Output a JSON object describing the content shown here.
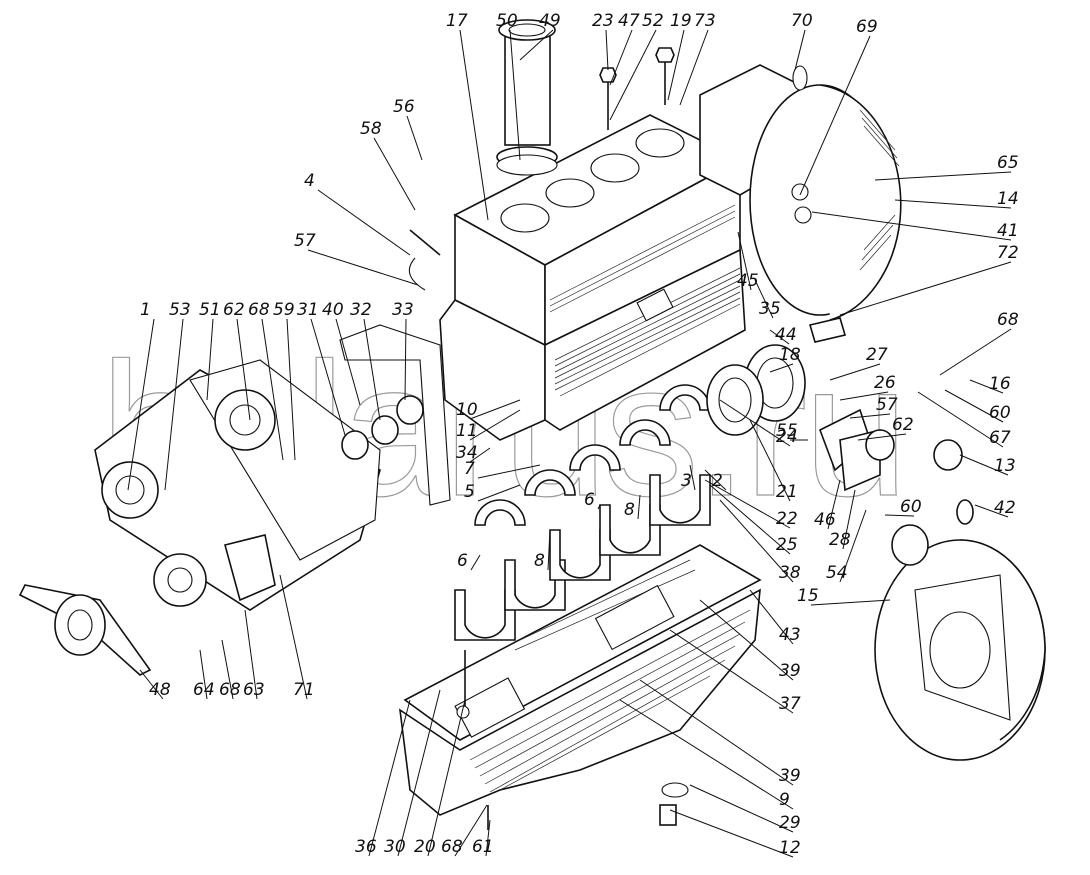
{
  "figure": {
    "title": "Engine block assembly — exploded view",
    "watermark": "belarus.ru"
  },
  "callouts": [
    {
      "id": "c17",
      "label": "17"
    },
    {
      "id": "c50",
      "label": "50"
    },
    {
      "id": "c49",
      "label": "49"
    },
    {
      "id": "c23",
      "label": "23"
    },
    {
      "id": "c47",
      "label": "47"
    },
    {
      "id": "c52",
      "label": "52"
    },
    {
      "id": "c19",
      "label": "19"
    },
    {
      "id": "c73",
      "label": "73"
    },
    {
      "id": "c70",
      "label": "70"
    },
    {
      "id": "c69",
      "label": "69"
    },
    {
      "id": "c65",
      "label": "65"
    },
    {
      "id": "c14",
      "label": "14"
    },
    {
      "id": "c41",
      "label": "41"
    },
    {
      "id": "c72",
      "label": "72"
    },
    {
      "id": "c56",
      "label": "56"
    },
    {
      "id": "c58",
      "label": "58"
    },
    {
      "id": "c4",
      "label": "4"
    },
    {
      "id": "c57a",
      "label": "57"
    },
    {
      "id": "c45",
      "label": "45"
    },
    {
      "id": "c35",
      "label": "35"
    },
    {
      "id": "c44",
      "label": "44"
    },
    {
      "id": "c68a",
      "label": "68"
    },
    {
      "id": "c16",
      "label": "16"
    },
    {
      "id": "c60a",
      "label": "60"
    },
    {
      "id": "c67",
      "label": "67"
    },
    {
      "id": "c18",
      "label": "18"
    },
    {
      "id": "c27",
      "label": "27"
    },
    {
      "id": "c26",
      "label": "26"
    },
    {
      "id": "c57b",
      "label": "57"
    },
    {
      "id": "c62b",
      "label": "62"
    },
    {
      "id": "c55",
      "label": "55"
    },
    {
      "id": "c13",
      "label": "13"
    },
    {
      "id": "c1",
      "label": "1"
    },
    {
      "id": "c53",
      "label": "53"
    },
    {
      "id": "c51",
      "label": "51"
    },
    {
      "id": "c62a",
      "label": "62"
    },
    {
      "id": "c68b",
      "label": "68"
    },
    {
      "id": "c59",
      "label": "59"
    },
    {
      "id": "c31",
      "label": "31"
    },
    {
      "id": "c40",
      "label": "40"
    },
    {
      "id": "c32",
      "label": "32"
    },
    {
      "id": "c33",
      "label": "33"
    },
    {
      "id": "c10",
      "label": "10"
    },
    {
      "id": "c11",
      "label": "11"
    },
    {
      "id": "c34",
      "label": "34"
    },
    {
      "id": "c7",
      "label": "7"
    },
    {
      "id": "c5",
      "label": "5"
    },
    {
      "id": "c2",
      "label": "2"
    },
    {
      "id": "c3",
      "label": "3"
    },
    {
      "id": "c24",
      "label": "24"
    },
    {
      "id": "c21",
      "label": "21"
    },
    {
      "id": "c22",
      "label": "22"
    },
    {
      "id": "c25",
      "label": "25"
    },
    {
      "id": "c6a",
      "label": "6"
    },
    {
      "id": "c8a",
      "label": "8"
    },
    {
      "id": "c6b",
      "label": "6"
    },
    {
      "id": "c8b",
      "label": "8"
    },
    {
      "id": "c46",
      "label": "46"
    },
    {
      "id": "c28",
      "label": "28"
    },
    {
      "id": "c54",
      "label": "54"
    },
    {
      "id": "c60b",
      "label": "60"
    },
    {
      "id": "c42",
      "label": "42"
    },
    {
      "id": "c15",
      "label": "15"
    },
    {
      "id": "c38",
      "label": "38"
    },
    {
      "id": "c43",
      "label": "43"
    },
    {
      "id": "c39a",
      "label": "39"
    },
    {
      "id": "c37",
      "label": "37"
    },
    {
      "id": "c39b",
      "label": "39"
    },
    {
      "id": "c9",
      "label": "9"
    },
    {
      "id": "c29",
      "label": "29"
    },
    {
      "id": "c12",
      "label": "12"
    },
    {
      "id": "c48",
      "label": "48"
    },
    {
      "id": "c64",
      "label": "64"
    },
    {
      "id": "c68c",
      "label": "68"
    },
    {
      "id": "c63",
      "label": "63"
    },
    {
      "id": "c71",
      "label": "71"
    },
    {
      "id": "c36",
      "label": "36"
    },
    {
      "id": "c30",
      "label": "30"
    },
    {
      "id": "c20",
      "label": "20"
    },
    {
      "id": "c68d",
      "label": "68"
    },
    {
      "id": "c61",
      "label": "61"
    }
  ]
}
